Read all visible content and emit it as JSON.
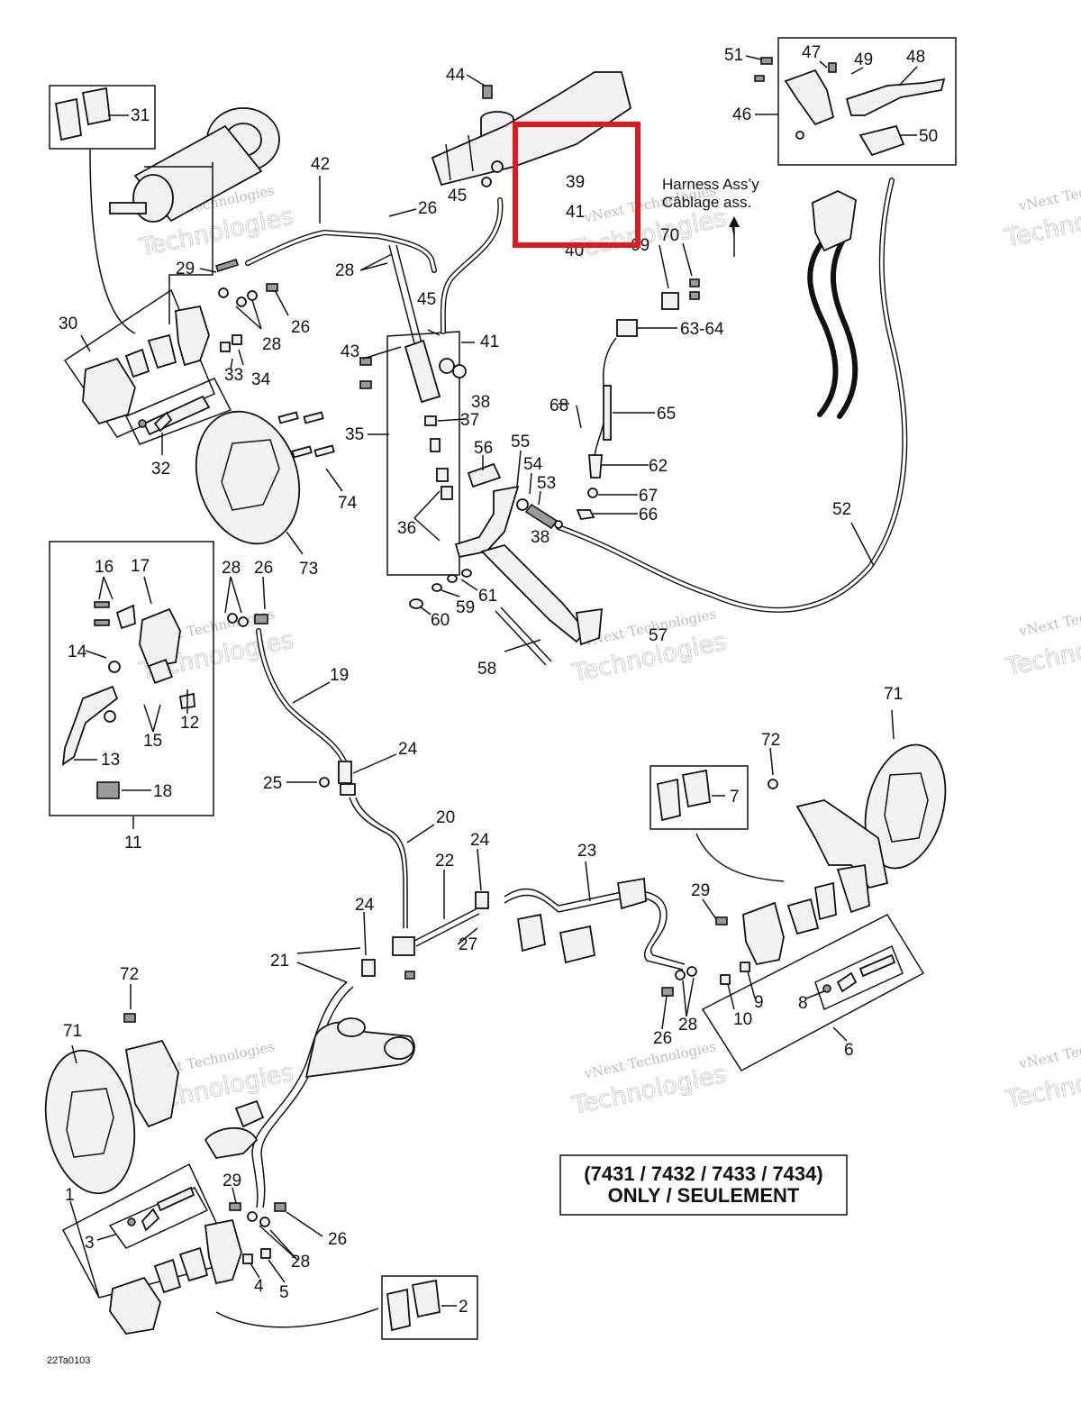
{
  "labels": [
    {
      "id": "31",
      "text": "31"
    },
    {
      "id": "30",
      "text": "30"
    },
    {
      "id": "32",
      "text": "32"
    },
    {
      "id": "33",
      "text": "33"
    },
    {
      "id": "34",
      "text": "34"
    },
    {
      "id": "29a",
      "text": "29"
    },
    {
      "id": "28a",
      "text": "28"
    },
    {
      "id": "26a",
      "text": "26"
    },
    {
      "id": "42",
      "text": "42"
    },
    {
      "id": "26b",
      "text": "26"
    },
    {
      "id": "28b",
      "text": "28"
    },
    {
      "id": "44",
      "text": "44"
    },
    {
      "id": "45a",
      "text": "45"
    },
    {
      "id": "39",
      "text": "39"
    },
    {
      "id": "41a",
      "text": "41"
    },
    {
      "id": "40",
      "text": "40"
    },
    {
      "id": "45b",
      "text": "45"
    },
    {
      "id": "41b",
      "text": "41"
    },
    {
      "id": "43",
      "text": "43"
    },
    {
      "id": "38a",
      "text": "38"
    },
    {
      "id": "37",
      "text": "37"
    },
    {
      "id": "35",
      "text": "35"
    },
    {
      "id": "56",
      "text": "56"
    },
    {
      "id": "55",
      "text": "55"
    },
    {
      "id": "54",
      "text": "54"
    },
    {
      "id": "53",
      "text": "53"
    },
    {
      "id": "36",
      "text": "36"
    },
    {
      "id": "38b",
      "text": "38"
    },
    {
      "id": "61",
      "text": "61"
    },
    {
      "id": "59",
      "text": "59"
    },
    {
      "id": "60",
      "text": "60"
    },
    {
      "id": "57",
      "text": "57"
    },
    {
      "id": "58",
      "text": "58"
    },
    {
      "id": "73",
      "text": "73"
    },
    {
      "id": "74",
      "text": "74"
    },
    {
      "id": "51",
      "text": "51"
    },
    {
      "id": "47",
      "text": "47"
    },
    {
      "id": "49",
      "text": "49"
    },
    {
      "id": "48",
      "text": "48"
    },
    {
      "id": "46",
      "text": "46"
    },
    {
      "id": "50",
      "text": "50"
    },
    {
      "id": "69",
      "text": "69"
    },
    {
      "id": "70",
      "text": "70"
    },
    {
      "id": "63-64",
      "text": "63-64"
    },
    {
      "id": "68",
      "text": "68"
    },
    {
      "id": "65",
      "text": "65"
    },
    {
      "id": "62",
      "text": "62"
    },
    {
      "id": "67",
      "text": "67"
    },
    {
      "id": "66",
      "text": "66"
    },
    {
      "id": "52",
      "text": "52"
    },
    {
      "id": "16",
      "text": "16"
    },
    {
      "id": "17",
      "text": "17"
    },
    {
      "id": "14",
      "text": "14"
    },
    {
      "id": "12",
      "text": "12"
    },
    {
      "id": "15",
      "text": "15"
    },
    {
      "id": "13",
      "text": "13"
    },
    {
      "id": "18",
      "text": "18"
    },
    {
      "id": "11",
      "text": "11"
    },
    {
      "id": "28c",
      "text": "28"
    },
    {
      "id": "26c",
      "text": "26"
    },
    {
      "id": "19",
      "text": "19"
    },
    {
      "id": "24a",
      "text": "24"
    },
    {
      "id": "25",
      "text": "25"
    },
    {
      "id": "20",
      "text": "20"
    },
    {
      "id": "24b",
      "text": "24"
    },
    {
      "id": "22",
      "text": "22"
    },
    {
      "id": "23",
      "text": "23"
    },
    {
      "id": "24c",
      "text": "24"
    },
    {
      "id": "21",
      "text": "21"
    },
    {
      "id": "27",
      "text": "27"
    },
    {
      "id": "71a",
      "text": "71"
    },
    {
      "id": "72a",
      "text": "72"
    },
    {
      "id": "7",
      "text": "7"
    },
    {
      "id": "29b",
      "text": "29"
    },
    {
      "id": "9",
      "text": "9"
    },
    {
      "id": "10",
      "text": "10"
    },
    {
      "id": "8",
      "text": "8"
    },
    {
      "id": "26d",
      "text": "26"
    },
    {
      "id": "28d",
      "text": "28"
    },
    {
      "id": "6",
      "text": "6"
    },
    {
      "id": "72b",
      "text": "72"
    },
    {
      "id": "71b",
      "text": "71"
    },
    {
      "id": "29c",
      "text": "29"
    },
    {
      "id": "1",
      "text": "1"
    },
    {
      "id": "3",
      "text": "3"
    },
    {
      "id": "26e",
      "text": "26"
    },
    {
      "id": "28e",
      "text": "28"
    },
    {
      "id": "4",
      "text": "4"
    },
    {
      "id": "5",
      "text": "5"
    },
    {
      "id": "2",
      "text": "2"
    }
  ],
  "harness_note": {
    "line1": "Harness Ass’y",
    "line2": "Câblage ass."
  },
  "model_note": {
    "line1": "(7431 / 7432 / 7433 / 7434)",
    "line2": "ONLY / SEULEMENT"
  },
  "figure_code": "22Ta0103",
  "watermark": {
    "line1": "vNext Technologies",
    "line2": "Technologies",
    "corner1": "vNext",
    "corner2": "vNext Tec",
    "corner3": "Technol"
  },
  "highlight_color": "#e0191f"
}
